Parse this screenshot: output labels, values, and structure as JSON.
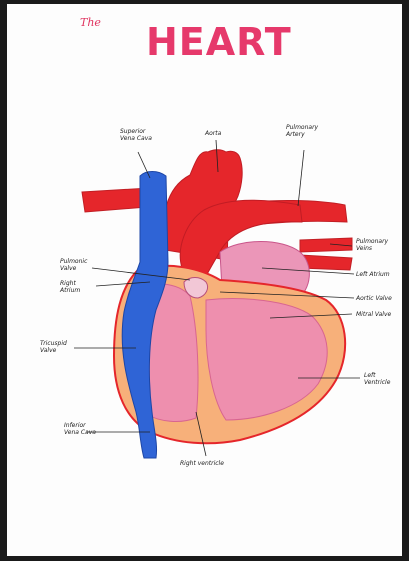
{
  "title": {
    "prefix": "The",
    "main": "HEART",
    "prefix_color": "#e0335f",
    "main_color": "#e6396b"
  },
  "labels": {
    "superior_vena_cava": "Superior\nVena Cava",
    "aorta": "Aorta",
    "pulmonary_artery": "Pulmonary\nArtery",
    "pulmonary_veins": "Pulmonary\nVeins",
    "pulmonic_valve": "Pulmonic\nValve",
    "right_atrium": "Right\nAtrium",
    "left_atrium": "Left Atrium",
    "aortic_valve": "Aortic Valve",
    "mitral_valve": "Mitral Valve",
    "tricuspid_valve": "Tricuspid\nValve",
    "left_ventricle": "Left\nVentricle",
    "inferior_vena_cava": "Inferior\nVena Cava",
    "right_ventricle": "Right ventricle"
  },
  "colors": {
    "blue": "#2f64d6",
    "red": "#e5262b",
    "orange": "#f7b07a",
    "pink": "#ee8fae"
  }
}
